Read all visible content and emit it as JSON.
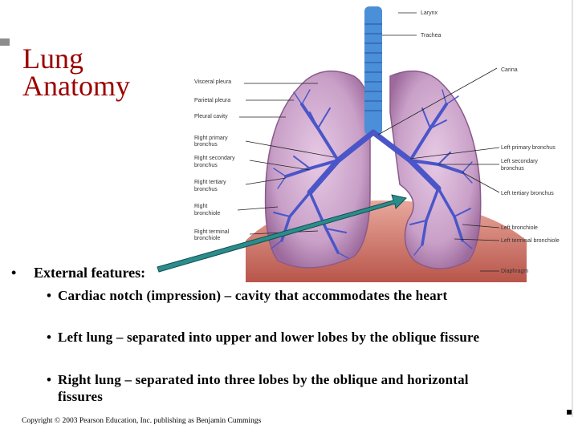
{
  "slide": {
    "title_line1": "Lung",
    "title_line2": "Anatomy",
    "bullet_main": "External features:",
    "sub_bullets": [
      "Cardiac notch (impression) – cavity that accommodates the heart",
      "Left lung – separated into upper and lower lobes by the oblique fissure",
      "Right lung – separated into three lobes by the oblique and horizontal fissures"
    ],
    "bullet_glyph": "•",
    "copyright": "Copyright © 2003 Pearson Education, Inc. publishing as Benjamin Cummings"
  },
  "diagram": {
    "labels_left": [
      "Visceral pleura",
      "Parietal pleura",
      "Pleural cavity",
      "Right primary",
      "bronchus",
      "Right secondary",
      "bronchus",
      "Right tertiary",
      "bronchus",
      "Right",
      "bronchiole",
      "Right terminal",
      "bronchiole"
    ],
    "labels_right": [
      "Larynx",
      "Trachea",
      "Carina",
      "Left primary bronchus",
      "Left secondary",
      "bronchus",
      "Left tertiary bronchus",
      "Left bronchiole",
      "Left terminal bronchiole",
      "Diaphragm"
    ]
  },
  "colors": {
    "title": "#9b0000",
    "lung": "#c9a0c8",
    "bronchi": "#4a56c8",
    "trachea": "#4a8fd8",
    "diaphragm": "#d7847a",
    "arrow": "#2c8c8c"
  }
}
